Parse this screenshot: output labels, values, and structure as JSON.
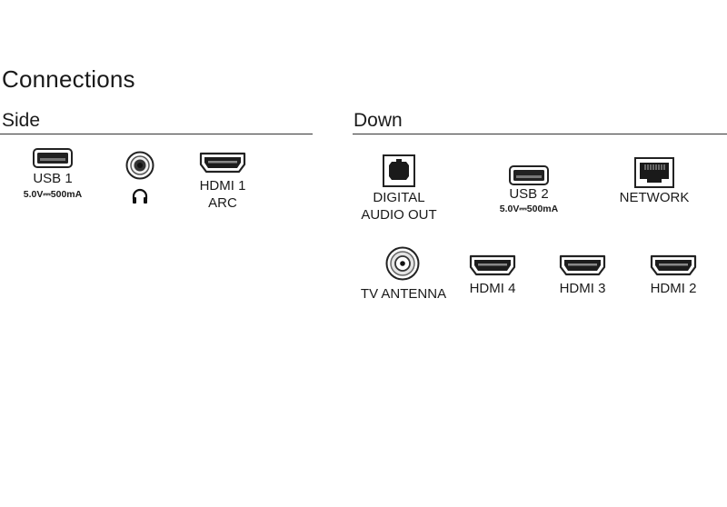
{
  "page_title": "Connections",
  "sections": {
    "side": {
      "title": "Side"
    },
    "down": {
      "title": "Down"
    }
  },
  "ports": {
    "usb1": {
      "label": "USB 1",
      "spec": "5.0V⎓500mA",
      "icon": "usb-port-icon"
    },
    "headphone": {
      "icon": "headphone-icon"
    },
    "hdmi1": {
      "label_line1": "HDMI 1",
      "label_line2": "ARC",
      "icon": "hdmi-port-icon"
    },
    "digital_audio_out": {
      "label_line1": "DIGITAL",
      "label_line2": "AUDIO OUT",
      "icon": "optical-port-icon"
    },
    "usb2": {
      "label": "USB 2",
      "spec": "5.0V⎓500mA",
      "icon": "usb-port-icon"
    },
    "network": {
      "label": "NETWORK",
      "icon": "ethernet-port-icon"
    },
    "tv_antenna": {
      "label": "TV ANTENNA",
      "icon": "coax-port-icon"
    },
    "hdmi4": {
      "label": "HDMI 4",
      "icon": "hdmi-port-icon"
    },
    "hdmi3": {
      "label": "HDMI 3",
      "icon": "hdmi-port-icon"
    },
    "hdmi2": {
      "label": "HDMI 2",
      "icon": "hdmi-port-icon"
    }
  }
}
